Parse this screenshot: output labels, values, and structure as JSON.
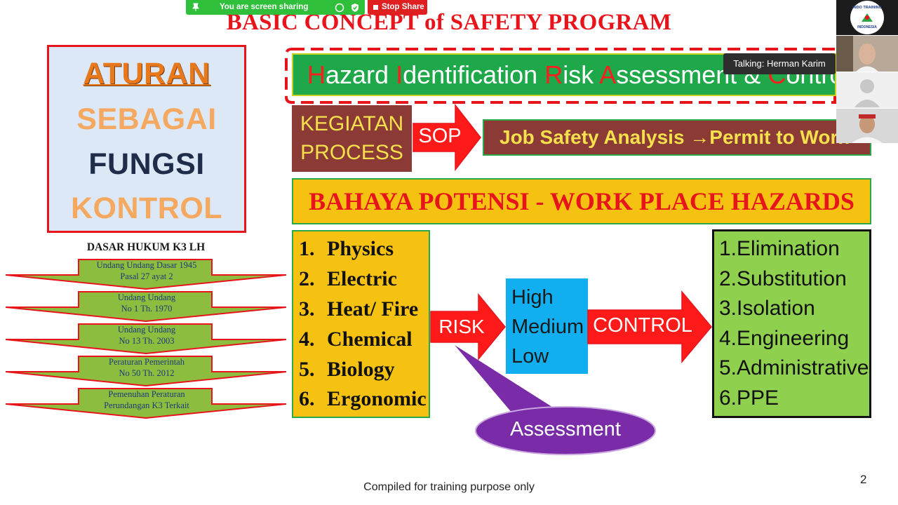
{
  "share_bar": {
    "sharing_text": "You are screen sharing",
    "stop_label": "Stop Share"
  },
  "slide": {
    "title": "BASIC CONCEPT of SAFETY PROGRAM",
    "aturan": {
      "line1": "ATURAN",
      "line2": "SEBAGAI",
      "line3": "FUNGSI",
      "line4": "KONTROL"
    },
    "dasar_hukum": {
      "title": "DASAR HUKUM K3 LH",
      "items": [
        {
          "line1": "Undang Undang Dasar 1945",
          "line2": "Pasal 27 ayat 2"
        },
        {
          "line1": "Undang Undang",
          "line2": "No 1 Th. 1970"
        },
        {
          "line1": "Undang Undang",
          "line2": "No 13 Th. 2003"
        },
        {
          "line1": "Peraturan Pemerintah",
          "line2": "No 50 Th. 2012"
        },
        {
          "line1": "Pemenuhan Peraturan",
          "line2": "Perundangan K3 Terkait"
        }
      ]
    },
    "hira": {
      "h1": "H",
      "h2": "azard ",
      "i1": "I",
      "i2": "dentification ",
      "r1": "R",
      "r2": "isk ",
      "a1": "A",
      "a2": "ssessment & ",
      "c1": "C",
      "c2": "ontrol"
    },
    "kegiatan": {
      "line1": "KEGIATAN",
      "line2": "PROCESS"
    },
    "sop_label": "SOP",
    "jsa_label": "Job Safety Analysis →Permit to Work",
    "bahaya_label": "BAHAYA POTENSI - WORK PLACE HAZARDS",
    "hazards": [
      {
        "num": "1.",
        "label": "Physics"
      },
      {
        "num": "2.",
        "label": "Electric"
      },
      {
        "num": "3.",
        "label": "Heat/ Fire"
      },
      {
        "num": "4.",
        "label": "Chemical"
      },
      {
        "num": "5.",
        "label": "Biology"
      },
      {
        "num": "6.",
        "label": "Ergonomic"
      }
    ],
    "risk_label": "RISK",
    "risk_levels": [
      "High",
      "Medium",
      "Low"
    ],
    "control_label": "CONTROL",
    "controls": [
      "1.Elimination",
      "2.Substitution",
      "3.Isolation",
      "4.Engineering",
      "5.Administrative",
      "6.PPE"
    ],
    "assessment_label": "Assessment",
    "footer": "Compiled for training purpose only",
    "page_number": "2"
  },
  "meeting": {
    "talking_label": "Talking: Herman Karim",
    "logo_top": "INDO TRAINING",
    "logo_bottom": "INDONESIA"
  },
  "colors": {
    "title_red": "#e8141c",
    "share_green": "#2fbf3a",
    "hira_green": "#1fa84a",
    "maroon": "#8b3a36",
    "yellow": "#f5c211",
    "arrow_red": "#ff1a1a",
    "control_green": "#8fd14f",
    "risk_blue": "#11aef0",
    "assessment_purple": "#7a2ca8",
    "law_green": "#8cbd3e"
  }
}
